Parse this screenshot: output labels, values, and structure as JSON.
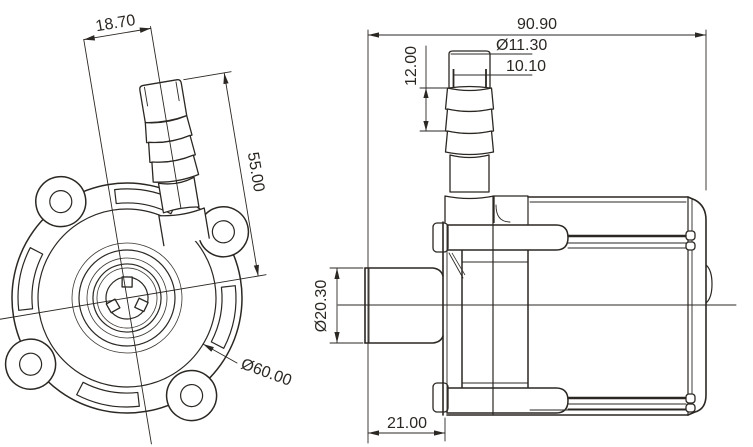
{
  "drawing": {
    "type": "engineering-dimensional-drawing",
    "subject": "brushless water pump, two orthographic views",
    "background": "#ffffff",
    "line_color": "#2b2723",
    "front_view": {
      "name": "front-view",
      "dim_spout_offset": "18.70",
      "dim_spout_length": "55.00",
      "dim_body_diameter": "Ø60.00"
    },
    "side_view": {
      "name": "side-view",
      "dim_overall_length": "90.90",
      "dim_barb_outer_diameter": "Ø11.30",
      "dim_barb_bore": "10.10",
      "dim_barb_section_length": "12.00",
      "dim_inlet_diameter": "Ø20.30",
      "dim_inlet_length": "21.00"
    }
  }
}
